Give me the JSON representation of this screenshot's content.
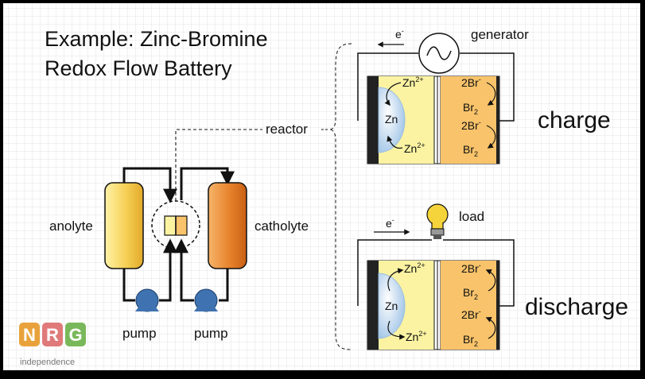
{
  "title": {
    "line1": "Example: Zinc-Bromine",
    "line2": "Redox Flow Battery"
  },
  "labels": {
    "anolyte": "anolyte",
    "catholyte": "catholyte",
    "pump": "pump",
    "reactor": "reactor",
    "generator": "generator",
    "load": "load",
    "charge": "charge",
    "discharge": "discharge",
    "electron": "e",
    "electron_sup": "-"
  },
  "ions": {
    "zn": "Zn",
    "zn2plus": "Zn",
    "zn2plus_sup": "2+",
    "two_br_minus": "2Br",
    "br_minus_sup": "-",
    "br2": "Br",
    "br2_sub": "2"
  },
  "logo": {
    "letters": [
      "N",
      "R",
      "G"
    ],
    "tagline": "independence"
  },
  "colors": {
    "background": "#ffffff",
    "grid": "#e6e6e6",
    "anolyte_tank": "#f7c948",
    "catholyte_tank": "#e8852a",
    "pump": "#3f72b0",
    "negative_half": "#fbf3a2",
    "positive_half": "#f8c36a",
    "zinc_deposit": "#cfe3f4",
    "bulb": "#f5d33b",
    "logo_n": "#e9a23b",
    "logo_r": "#e07a7a",
    "logo_g": "#79b85a"
  }
}
